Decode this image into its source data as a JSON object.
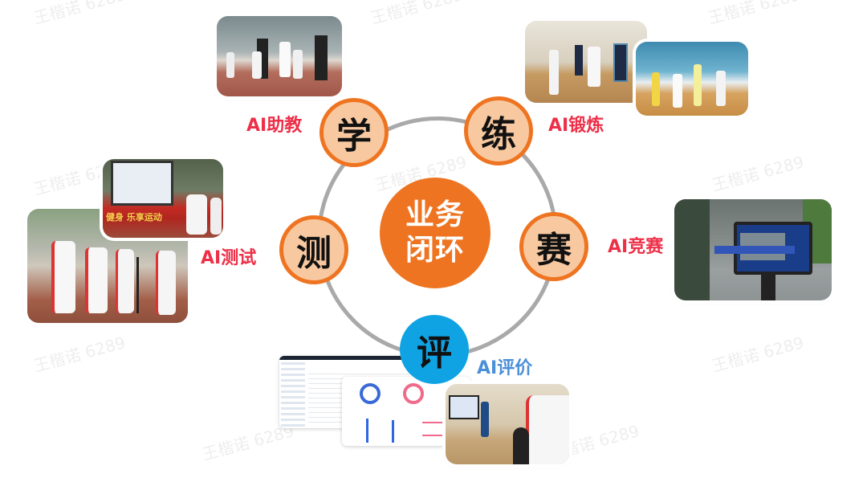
{
  "center": {
    "line1": "业务",
    "line2": "闭环"
  },
  "nodes": [
    {
      "id": "learn",
      "char": "学",
      "label": "AI助教"
    },
    {
      "id": "practice",
      "char": "练",
      "label": "AI锻炼"
    },
    {
      "id": "compete",
      "char": "赛",
      "label": "AI竞赛"
    },
    {
      "id": "evaluate",
      "char": "评",
      "label": "AI评价"
    },
    {
      "id": "test",
      "char": "测",
      "label": "AI测试"
    }
  ],
  "photo_captions": {
    "test_banner": "健身  乐享运动"
  },
  "watermark": "王楷诺 6289",
  "colors": {
    "center_orange": "#ee7421",
    "node_fill": "#f8c9a0",
    "eval_blue": "#0fa3e3",
    "label_red": "#ee2f48",
    "label_blue": "#4a8fd8",
    "ring_gray": "#a9a9a9"
  }
}
